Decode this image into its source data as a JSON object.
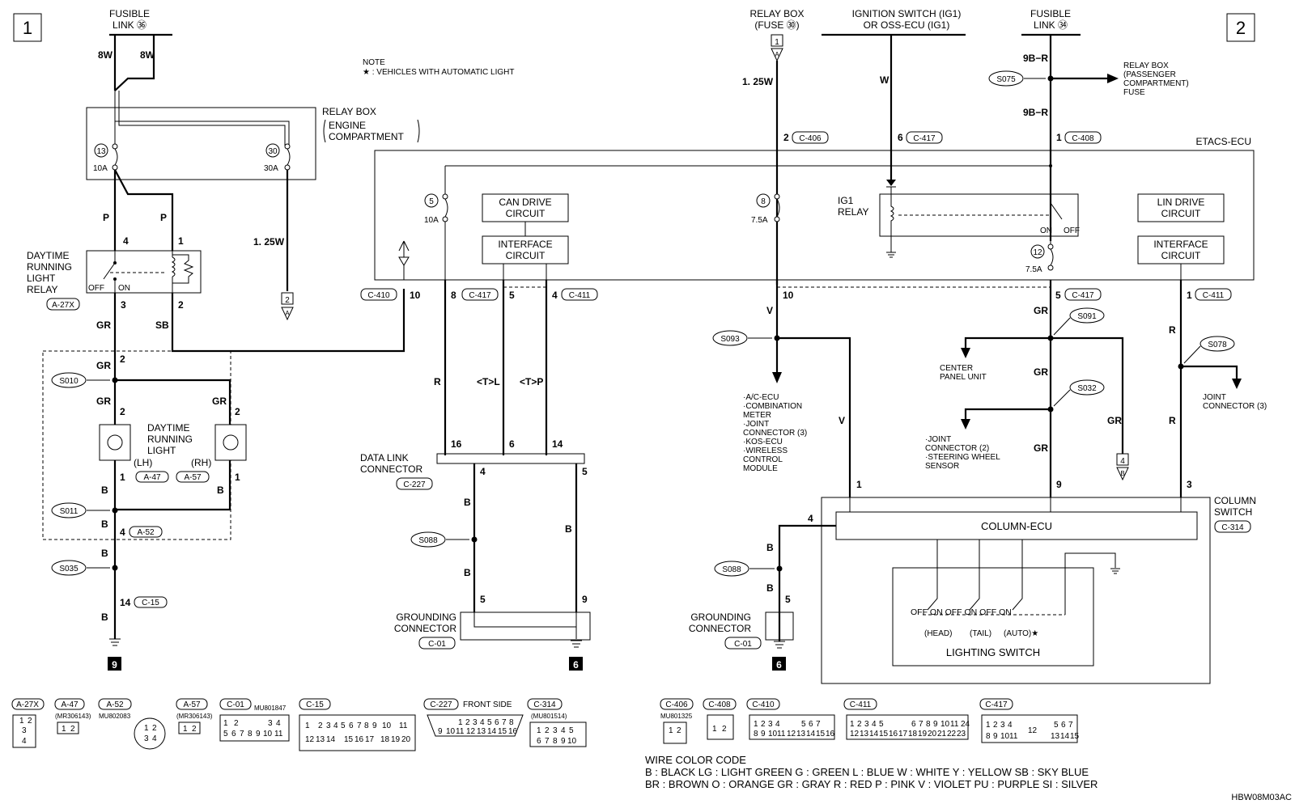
{
  "pages": {
    "left": "1",
    "right": "2"
  },
  "note": {
    "title": "NOTE",
    "text": "★ : VEHICLES WITH AUTOMATIC LIGHT"
  },
  "fusible_link_36": {
    "line1": "FUSIBLE",
    "line2": "LINK ㊱"
  },
  "relay_box_engine": {
    "line1": "RELAY BOX",
    "line2": "ENGINE",
    "line3": "COMPARTMENT"
  },
  "fuse13": {
    "num": "13",
    "amp": "10A"
  },
  "fuse30": {
    "num": "30",
    "amp": "30A"
  },
  "drl_relay": {
    "line1": "DAYTIME",
    "line2": "RUNNING",
    "line3": "LIGHT",
    "line4": "RELAY",
    "conn": "A-27X",
    "off": "OFF",
    "on": "ON"
  },
  "drl_lamp": {
    "line1": "DAYTIME",
    "line2": "RUNNING",
    "line3": "LIGHT",
    "lh": "(LH)",
    "rh": "(RH)",
    "conn_lh": "A-47",
    "conn_rh": "A-57"
  },
  "wires_left": {
    "w8a": "8W",
    "w8b": "8W",
    "p1": "P",
    "p2": "P",
    "w125": "1. 25W",
    "gr1": "GR",
    "sb": "SB",
    "gr2": "GR",
    "gr3": "GR",
    "gr4": "GR",
    "b1": "B",
    "b2": "B",
    "b3": "B",
    "b4": "B",
    "b5": "B"
  },
  "pins_left": {
    "p4": "4",
    "p1": "1",
    "p3": "3",
    "p2": "2",
    "p2b": "2",
    "p2c": "2",
    "p2d": "2",
    "p1b": "1",
    "p1c": "1",
    "p4b": "4",
    "a52": "A-52",
    "p14": "14",
    "c15": "C-15"
  },
  "splices": {
    "s010": "S010",
    "s011": "S011",
    "s035": "S035",
    "s088a": "S088",
    "s088b": "S088",
    "s093": "S093",
    "s091": "S091",
    "s032": "S032",
    "s078": "S078",
    "s075": "S075"
  },
  "grounds": {
    "g9": "9",
    "g6a": "6",
    "g6b": "6"
  },
  "off_page": {
    "a2": "2",
    "a2l": "A",
    "a1": "1",
    "a1l": "A",
    "b4": "4",
    "b4l": "B"
  },
  "etacs": {
    "title": "ETACS-ECU",
    "can1": "CAN DRIVE",
    "can2": "CIRCUIT",
    "if1": "INTERFACE",
    "if2": "CIRCUIT",
    "lin1": "LIN DRIVE",
    "lin2": "CIRCUIT",
    "if3": "INTERFACE",
    "if4": "CIRCUIT",
    "ig1": "IG1",
    "ig2": "RELAY",
    "on": "ON",
    "off": "OFF",
    "f5": "5",
    "f5a": "10A",
    "f8": "8",
    "f8a": "7.5A",
    "f12": "12",
    "f12a": "7.5A"
  },
  "etacs_pins": {
    "c410": "C-410",
    "p10a": "10",
    "p8": "8",
    "c417a": "C-417",
    "p5a": "5",
    "p4": "4",
    "c411a": "C-411",
    "p10b": "10",
    "p5b": "5",
    "c417b": "C-417",
    "p1": "1",
    "c411b": "C-411",
    "top2": "2",
    "c406": "C-406",
    "top6": "6",
    "c417t": "C-417",
    "top1": "1",
    "c408": "C-408"
  },
  "top_sources": {
    "relay_fuse1": "RELAY BOX",
    "relay_fuse2": "(FUSE ㉚)",
    "ign1": "IGNITION SWITCH (IG1)",
    "ign2": "OR OSS-ECU (IG1)",
    "fl34a": "FUSIBLE",
    "fl34b": "LINK ㉞",
    "w125": "1. 25W",
    "w": "W",
    "r9b1": "9B−R",
    "r9b2": "9B−R",
    "rb1": "RELAY BOX",
    "rb2": "(PASSENGER",
    "rb3": "COMPARTMENT)",
    "rb4": "FUSE"
  },
  "mid_wires": {
    "r": "R",
    "tl": "<T>L",
    "tp": "<T>P",
    "v1": "V",
    "v2": "V",
    "gr1": "GR",
    "gr2": "GR",
    "gr3": "GR",
    "gr4": "GR",
    "r1": "R",
    "r2": "R",
    "b1": "B",
    "b2": "B",
    "b3": "B",
    "b4": "B",
    "b5": "B"
  },
  "dlc": {
    "line1": "DATA LINK",
    "line2": "CONNECTOR",
    "conn": "C-227",
    "p16": "16",
    "p6": "6",
    "p14": "14",
    "p4": "4",
    "p5": "5"
  },
  "gnd_conn_a": {
    "line1": "GROUNDING",
    "line2": "CONNECTOR",
    "conn": "C-01",
    "p5": "5",
    "p9": "9"
  },
  "gnd_conn_b": {
    "line1": "GROUNDING",
    "line2": "CONNECTOR",
    "conn": "C-01",
    "p5": "5"
  },
  "s093_list": [
    "·A/C-ECU",
    "·COMBINATION",
    " METER",
    "·JOINT",
    " CONNECTOR (3)",
    "·KOS-ECU",
    "·WIRELESS",
    " CONTROL",
    " MODULE"
  ],
  "center_panel": {
    "line1": "CENTER",
    "line2": "PANEL UNIT"
  },
  "s032_list": [
    "·JOINT",
    " CONNECTOR (2)",
    "·STEERING WHEEL",
    " SENSOR"
  ],
  "joint3": {
    "line1": "JOINT",
    "line2": "CONNECTOR (3)"
  },
  "column": {
    "title1": "COLUMN",
    "title2": "SWITCH",
    "conn": "C-314",
    "ecu": "COLUMN-ECU",
    "p1": "1",
    "p9": "9",
    "p3": "3",
    "p4": "4",
    "lighting": "LIGHTING SWITCH",
    "head": "(HEAD)",
    "tail": "(TAIL)",
    "auto": "(AUTO)★",
    "sw": "OFF    ON OFF    ON OFF    ON"
  },
  "legend_conns": [
    {
      "id": "A-27X",
      "part": ""
    },
    {
      "id": "A-47",
      "part": "(MR306143)"
    },
    {
      "id": "A-52",
      "part": "MU802083"
    },
    {
      "id": "A-57",
      "part": "(MR306143)"
    },
    {
      "id": "C-01",
      "part": "MU801847"
    },
    {
      "id": "C-15",
      "part": ""
    },
    {
      "id": "C-227",
      "part": "FRONT SIDE"
    },
    {
      "id": "C-314",
      "part": "(MU801514)"
    },
    {
      "id": "C-406",
      "part": "MU801325"
    },
    {
      "id": "C-408",
      "part": ""
    },
    {
      "id": "C-410",
      "part": ""
    },
    {
      "id": "C-411",
      "part": ""
    },
    {
      "id": "C-417",
      "part": ""
    }
  ],
  "legend_pins": {
    "a27x": [
      "1",
      "2",
      "3",
      "4"
    ],
    "a47": [
      "1",
      "2"
    ],
    "a52": [
      "1",
      "2",
      "3",
      "4"
    ],
    "a57": [
      "1",
      "2"
    ],
    "c01": [
      "1",
      "2",
      "3",
      "4",
      "5",
      "6",
      "7",
      "8",
      "9",
      "10",
      "11"
    ],
    "c15": [
      "1",
      "2",
      "3",
      "4",
      "5",
      "6",
      "7",
      "8",
      "9",
      "10",
      "11",
      "12",
      "13",
      "14",
      "15",
      "16",
      "17",
      "18",
      "19",
      "20"
    ],
    "c227": [
      "1",
      "2",
      "3",
      "4",
      "5",
      "6",
      "7",
      "8",
      "9",
      "10",
      "11",
      "12",
      "13",
      "14",
      "15",
      "16"
    ],
    "c314": [
      "1",
      "2",
      "3",
      "4",
      "5",
      "6",
      "7",
      "8",
      "9",
      "10"
    ],
    "c406": [
      "1",
      "2"
    ],
    "c408": [
      "1",
      "2"
    ],
    "c410": [
      "1",
      "2",
      "3",
      "4",
      "5",
      "6",
      "7",
      "8",
      "9",
      "10",
      "11",
      "12",
      "13",
      "14",
      "15",
      "16"
    ],
    "c411": [
      "1",
      "2",
      "3",
      "4",
      "5",
      "6",
      "7",
      "8",
      "9",
      "10",
      "11",
      "12",
      "13",
      "14",
      "15",
      "16",
      "17",
      "18",
      "19",
      "20",
      "21",
      "22",
      "23",
      "24"
    ],
    "c417": [
      "1",
      "2",
      "3",
      "4",
      "5",
      "6",
      "7",
      "8",
      "9",
      "10",
      "11",
      "12",
      "13",
      "14",
      "15"
    ]
  },
  "wire_code": {
    "title": "WIRE COLOR CODE",
    "row1": "B : BLACK    LG : LIGHT GREEN    G : GREEN    L : BLUE    W : WHITE    Y : YELLOW    SB : SKY BLUE",
    "row2": "BR : BROWN    O : ORANGE    GR : GRAY    R : RED    P : PINK    V : VIOLET    PU : PURPLE    SI : SILVER"
  },
  "diagram_id": "HBW08M03AC"
}
